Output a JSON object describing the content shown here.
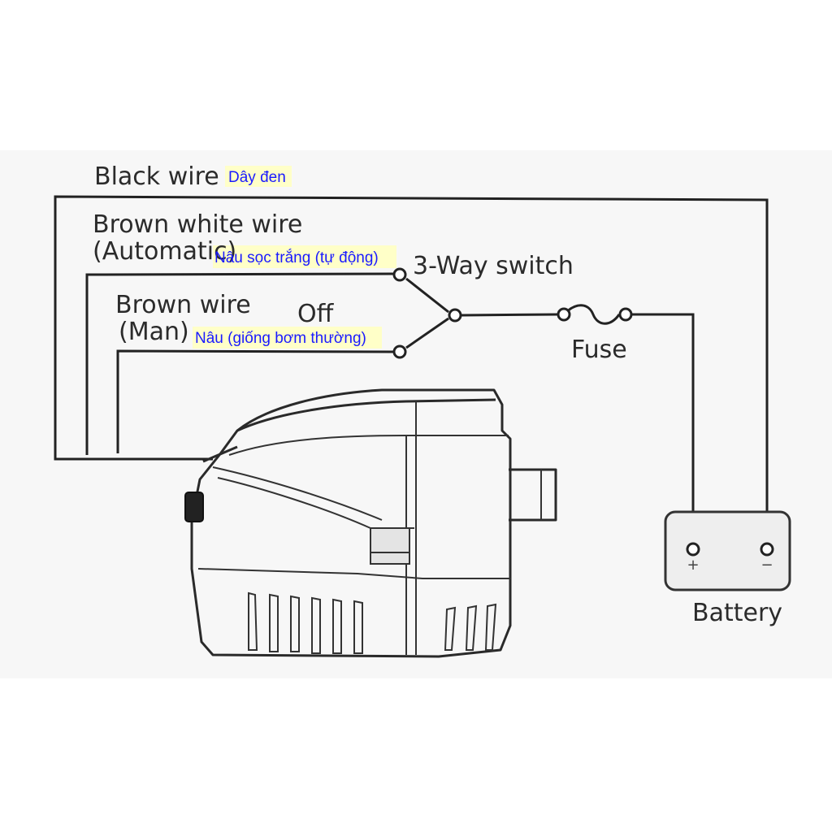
{
  "labels": {
    "black_wire": "Black wire",
    "brown_white_wire": "Brown white wire",
    "automatic": "(Automatic)",
    "three_way_switch": "3-Way switch",
    "brown_wire": "Brown wire",
    "man": "(Man)",
    "off": "Off",
    "fuse": "Fuse",
    "battery": "Battery",
    "plus": "+",
    "minus": "−"
  },
  "translations": {
    "black_wire": "Dây đen",
    "brown_white_wire": "Nâu sọc trắng (tự động)",
    "brown_wire": "Nâu (giống bơm thường)"
  },
  "colors": {
    "line": "#222222",
    "translation_text": "#1a1aff",
    "translation_bg": "#ffffc8",
    "pump_fill": "#ececec",
    "panel_bg": "#f7f7f7"
  }
}
